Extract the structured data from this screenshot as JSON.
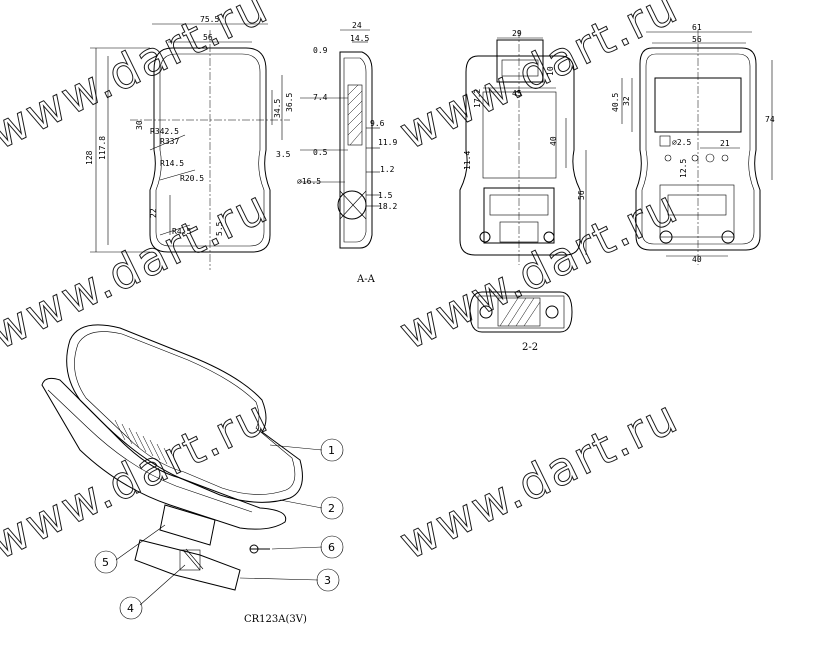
{
  "views": {
    "front": {
      "dims": [
        "75.5",
        "56",
        "128",
        "117.8",
        "30",
        "36.5",
        "34.5",
        "R342.5",
        "R337",
        "3.5",
        "R14.5",
        "R20.5",
        "22",
        "R4.5",
        "5.5"
      ]
    },
    "section": {
      "label": "A-A",
      "dims": [
        "24",
        "14.5",
        "0.9",
        "7.4",
        "9.6",
        "11.9",
        "0.5",
        "1.2",
        "16.5",
        "1.5",
        "18.2"
      ]
    },
    "back": {
      "dims": [
        "29",
        "10",
        "17.2",
        "45",
        "40",
        "11.4",
        "56"
      ]
    },
    "inside": {
      "dims": [
        "61",
        "56",
        "40.5",
        "32",
        "74",
        "2.5",
        "21",
        "12.5",
        "40"
      ]
    },
    "bottom": {
      "label": "2-2"
    },
    "exploded": {
      "callouts": [
        "1",
        "2",
        "3",
        "4",
        "5",
        "6"
      ],
      "battery": "CR123A(3V)"
    }
  },
  "watermark": "www.dart.ru"
}
